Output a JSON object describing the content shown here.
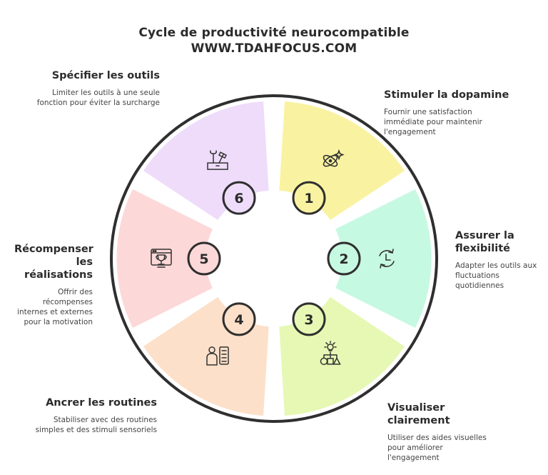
{
  "header": {
    "title": "Cycle de productivité neurocompatible",
    "subtitle": "WWW.TDAHFOCUS.COM"
  },
  "segments": [
    {
      "number": "1",
      "heading": "Stimuler la dopamine",
      "description": "Fournir une satisfaction immédiate pour maintenir l'engagement",
      "color": "#f9f3a1",
      "icon": "atom-sparkle-icon"
    },
    {
      "number": "2",
      "heading": "Assurer la flexibilité",
      "description": "Adapter les outils aux fluctuations quotidiennes",
      "color": "#c6f9e1",
      "icon": "clock-refresh-icon"
    },
    {
      "number": "3",
      "heading": "Visualiser clairement",
      "description": "Utiliser des aides visuelles pour améliorer l'engagement",
      "color": "#e6f8b3",
      "icon": "idea-shapes-icon"
    },
    {
      "number": "4",
      "heading": "Ancrer les routines",
      "description": "Stabiliser avec des routines simples et des stimuli sensoriels",
      "color": "#fde0c9",
      "icon": "person-checklist-icon"
    },
    {
      "number": "5",
      "heading": "Récompenser les réalisations",
      "description": "Offrir des récompenses internes et externes pour la motivation",
      "color": "#fdd8d8",
      "icon": "trophy-window-icon"
    },
    {
      "number": "6",
      "heading": "Spécifier les outils",
      "description": "Limiter les outils à une seule fonction pour éviter la surcharge",
      "color": "#eedcfa",
      "icon": "toolbox-icon"
    }
  ]
}
